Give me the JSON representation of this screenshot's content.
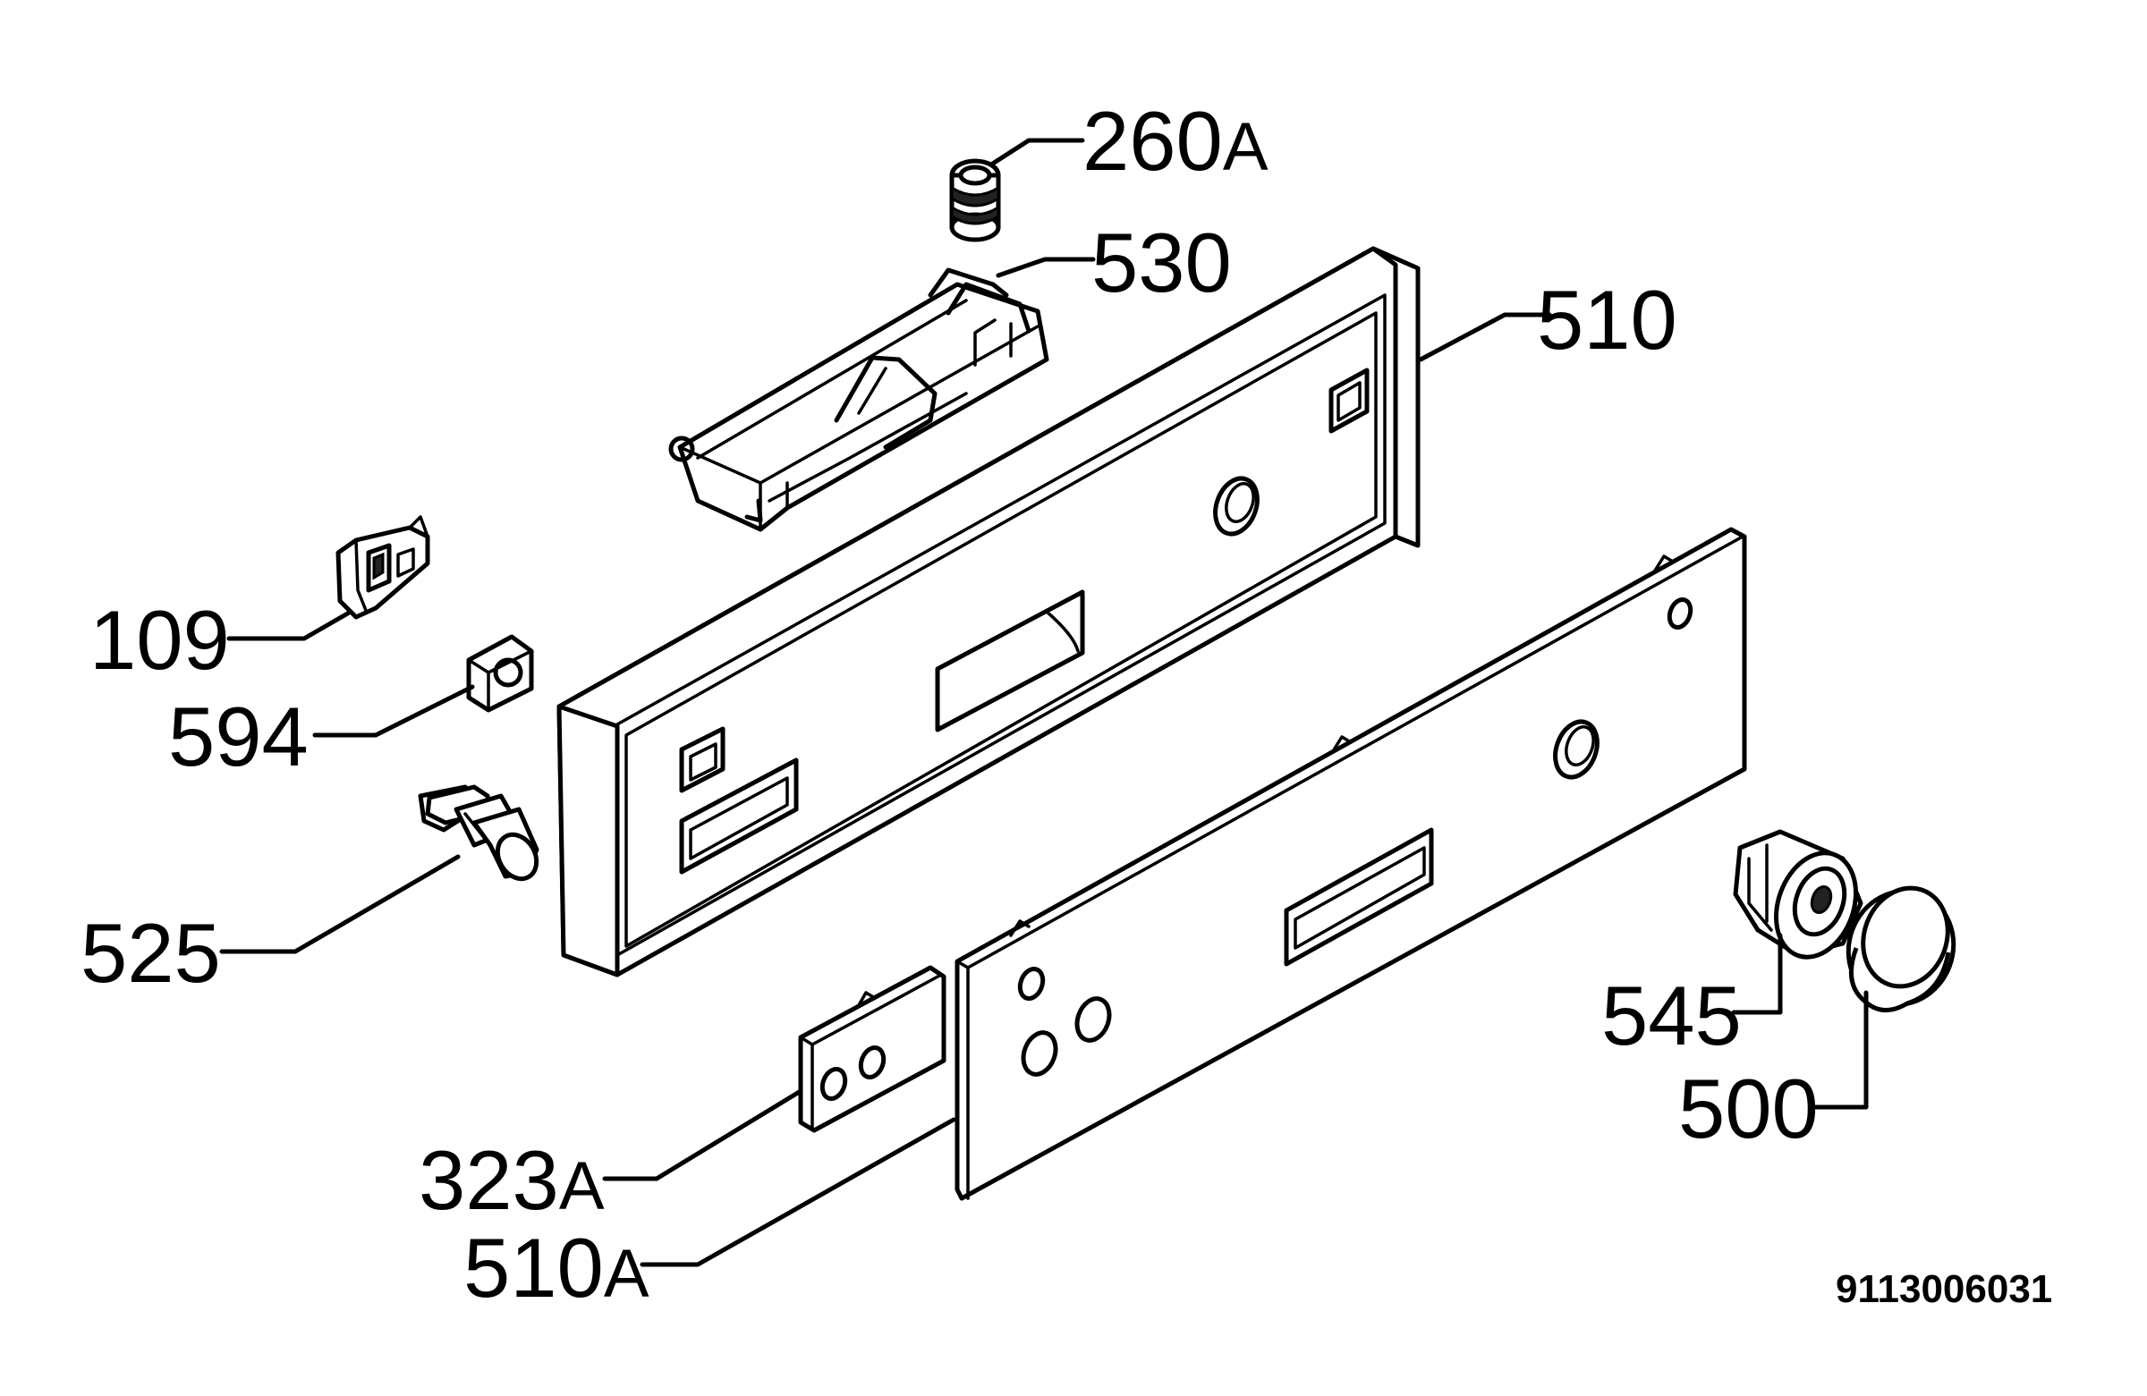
{
  "diagram": {
    "callouts": {
      "c260": {
        "num": "260",
        "suffix": "A"
      },
      "c530": {
        "num": "530",
        "suffix": ""
      },
      "c510": {
        "num": "510",
        "suffix": ""
      },
      "c109": {
        "num": "109",
        "suffix": ""
      },
      "c594": {
        "num": "594",
        "suffix": ""
      },
      "c525": {
        "num": "525",
        "suffix": ""
      },
      "c545": {
        "num": "545",
        "suffix": ""
      },
      "c500": {
        "num": "500",
        "suffix": ""
      },
      "c323": {
        "num": "323",
        "suffix": "A"
      },
      "c510a": {
        "num": "510",
        "suffix": "A"
      }
    },
    "document_number": "9113006031"
  }
}
